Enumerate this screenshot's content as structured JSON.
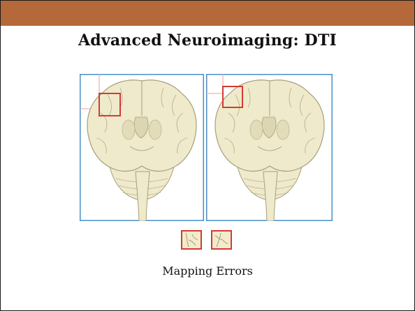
{
  "slide": {
    "title": "Advanced Neuroimaging: DTI",
    "caption": "Mapping Errors"
  },
  "colors": {
    "header_bar": "#b5683a",
    "panel_border": "#4a8fc7",
    "highlight_box": "#d43a34",
    "brain_fill": "#efeacb",
    "brain_outline": "#a59f7c"
  },
  "figures": {
    "left_panel": "brain-coronal-slice-icon",
    "right_panel": "brain-coronal-slice-icon",
    "thumbnails": [
      "region-crop-left",
      "region-crop-right"
    ]
  }
}
